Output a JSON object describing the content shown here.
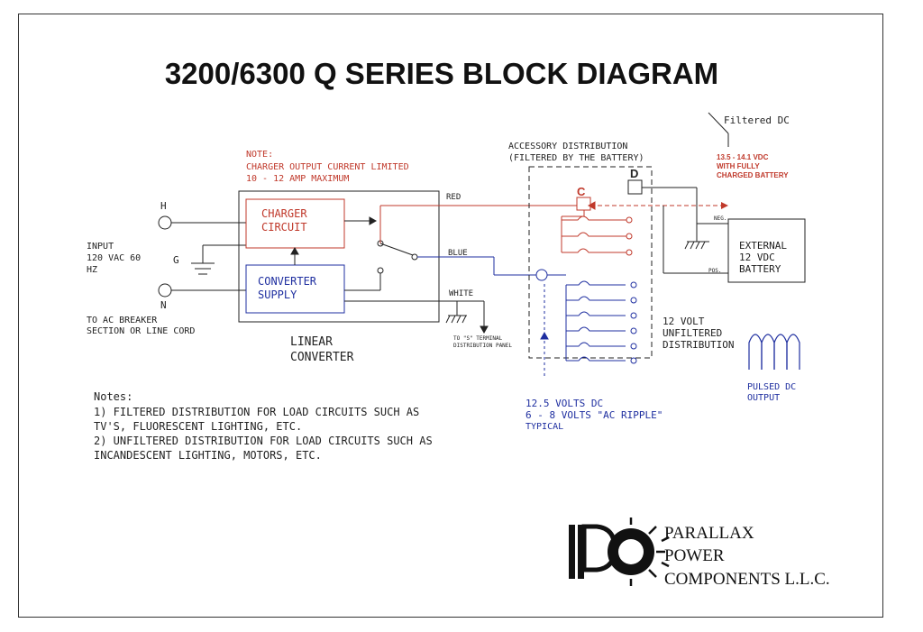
{
  "title": "3200/6300 Q SERIES BLOCK DIAGRAM",
  "note": {
    "label": "NOTE:",
    "line1": "CHARGER OUTPUT CURRENT LIMITED",
    "line2": "10  - 12 AMP MAXIMUM"
  },
  "input": {
    "h": "H",
    "g": "G",
    "n": "N",
    "line1": "INPUT",
    "line2": "120 VAC 60",
    "line3": "HZ",
    "ac1": "TO AC BREAKER",
    "ac2": "SECTION OR LINE CORD"
  },
  "converter": {
    "charger1": "CHARGER",
    "charger2": "CIRCUIT",
    "supply1": "CONVERTER",
    "supply2": "SUPPLY",
    "linear1": "LINEAR",
    "linear2": "CONVERTER"
  },
  "wires": {
    "red": "RED",
    "blue": "BLUE",
    "white": "WHITE",
    "terminal1": "TO \"S\" TERMINAL",
    "terminal2": "DISTRIBUTION PANEL"
  },
  "accessory": {
    "line1": "ACCESSORY DISTRIBUTION",
    "line2": "(FILTERED BY THE BATTERY)",
    "c": "C",
    "d": "D"
  },
  "filtered": {
    "label": "Filtered DC",
    "v1": "13.5 - 14.1 VDC",
    "v2": "WITH FULLY",
    "v3": "CHARGED BATTERY"
  },
  "battery": {
    "neg": "NEG.",
    "pos": "POS.",
    "line1": "EXTERNAL",
    "line2": "12 VDC",
    "line3": "BATTERY"
  },
  "unfiltered": {
    "line1": "12 VOLT",
    "line2": "UNFILTERED",
    "line3": "DISTRIBUTION"
  },
  "pulsed": {
    "line1": "PULSED DC",
    "line2": "OUTPUT"
  },
  "ripple": {
    "line1": "12.5 VOLTS DC",
    "line2": "6 - 8 VOLTS \"AC RIPPLE\"",
    "line3": "TYPICAL"
  },
  "notes": {
    "heading": "Notes:",
    "n1a": "1) FILTERED DISTRIBUTION FOR LOAD CIRCUITS SUCH AS",
    "n1b": "TV'S, FLUORESCENT LIGHTING, ETC.",
    "n2a": "2) UNFILTERED DISTRIBUTION FOR LOAD CIRCUITS SUCH AS",
    "n2b": "INCANDESCENT LIGHTING, MOTORS, ETC."
  },
  "logo": {
    "line1": "PARALLAX",
    "line2": "POWER",
    "line3": "COMPONENTS L.L.C."
  },
  "colors": {
    "red": "#c0392b",
    "blue": "#1f2fa0",
    "black": "#222222"
  }
}
